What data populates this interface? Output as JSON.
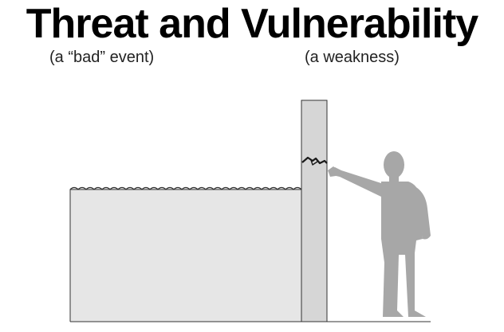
{
  "heading": {
    "title": "Threat and Vulnerability"
  },
  "labels": {
    "threat": "(a “bad” event)",
    "vulnerability": "(a weakness)"
  },
  "illustration": {
    "water_color": "#e6e6e6",
    "wall_color": "#d6d6d6",
    "person_color": "#a7a7a7",
    "outline_color": "#333333"
  }
}
